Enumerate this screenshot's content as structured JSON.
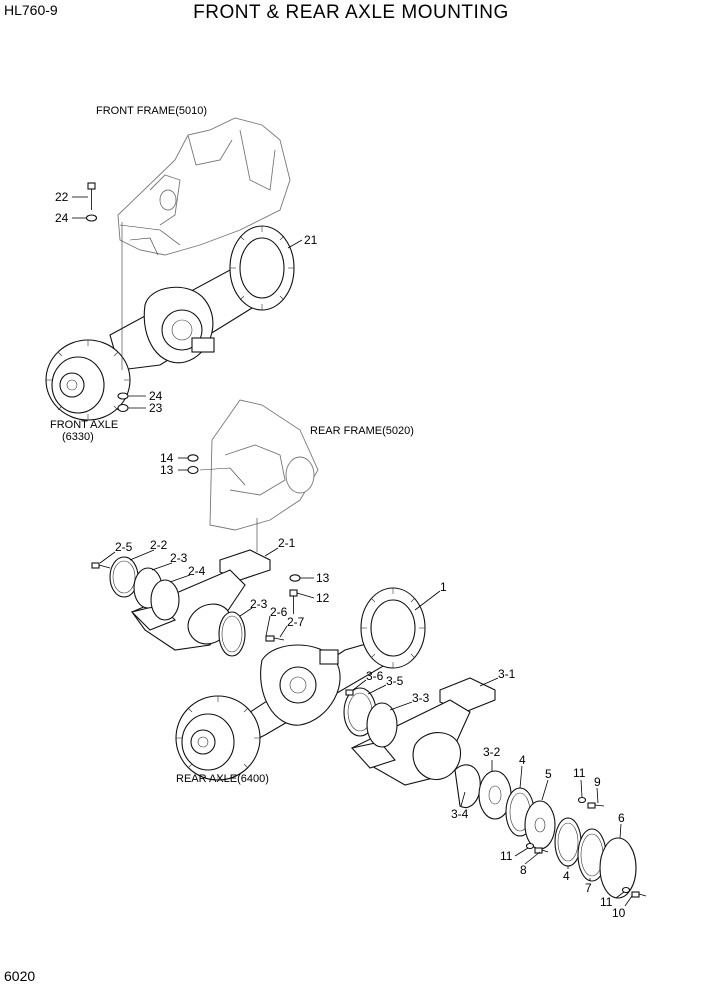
{
  "header": {
    "model": "HL760-9",
    "title": "FRONT & REAR AXLE MOUNTING"
  },
  "footer": {
    "page": "6020"
  },
  "labels": {
    "front_frame": "FRONT FRAME(5010)",
    "front_axle_1": "FRONT AXLE",
    "front_axle_2": "(6330)",
    "rear_frame": "REAR FRAME(5020)",
    "rear_axle": "REAR AXLE(6400)"
  },
  "callouts": {
    "c22": "22",
    "c24a": "24",
    "c21": "21",
    "c24b": "24",
    "c23": "23",
    "c14": "14",
    "c13a": "13",
    "c25": "2-5",
    "c22b": "2-2",
    "c23b": "2-3",
    "c24c": "2-4",
    "c21b": "2-1",
    "c13b": "13",
    "c12": "12",
    "c23c": "2-3",
    "c26": "2-6",
    "c27": "2-7",
    "c1": "1",
    "c36": "3-6",
    "c35": "3-5",
    "c33": "3-3",
    "c31": "3-1",
    "c32": "3-2",
    "c34": "3-4",
    "c4a": "4",
    "c5": "5",
    "c11a": "11",
    "c9": "9",
    "c6": "6",
    "c11b": "11",
    "c8": "8",
    "c4b": "4",
    "c7": "7",
    "c11c": "11",
    "c10": "10"
  }
}
